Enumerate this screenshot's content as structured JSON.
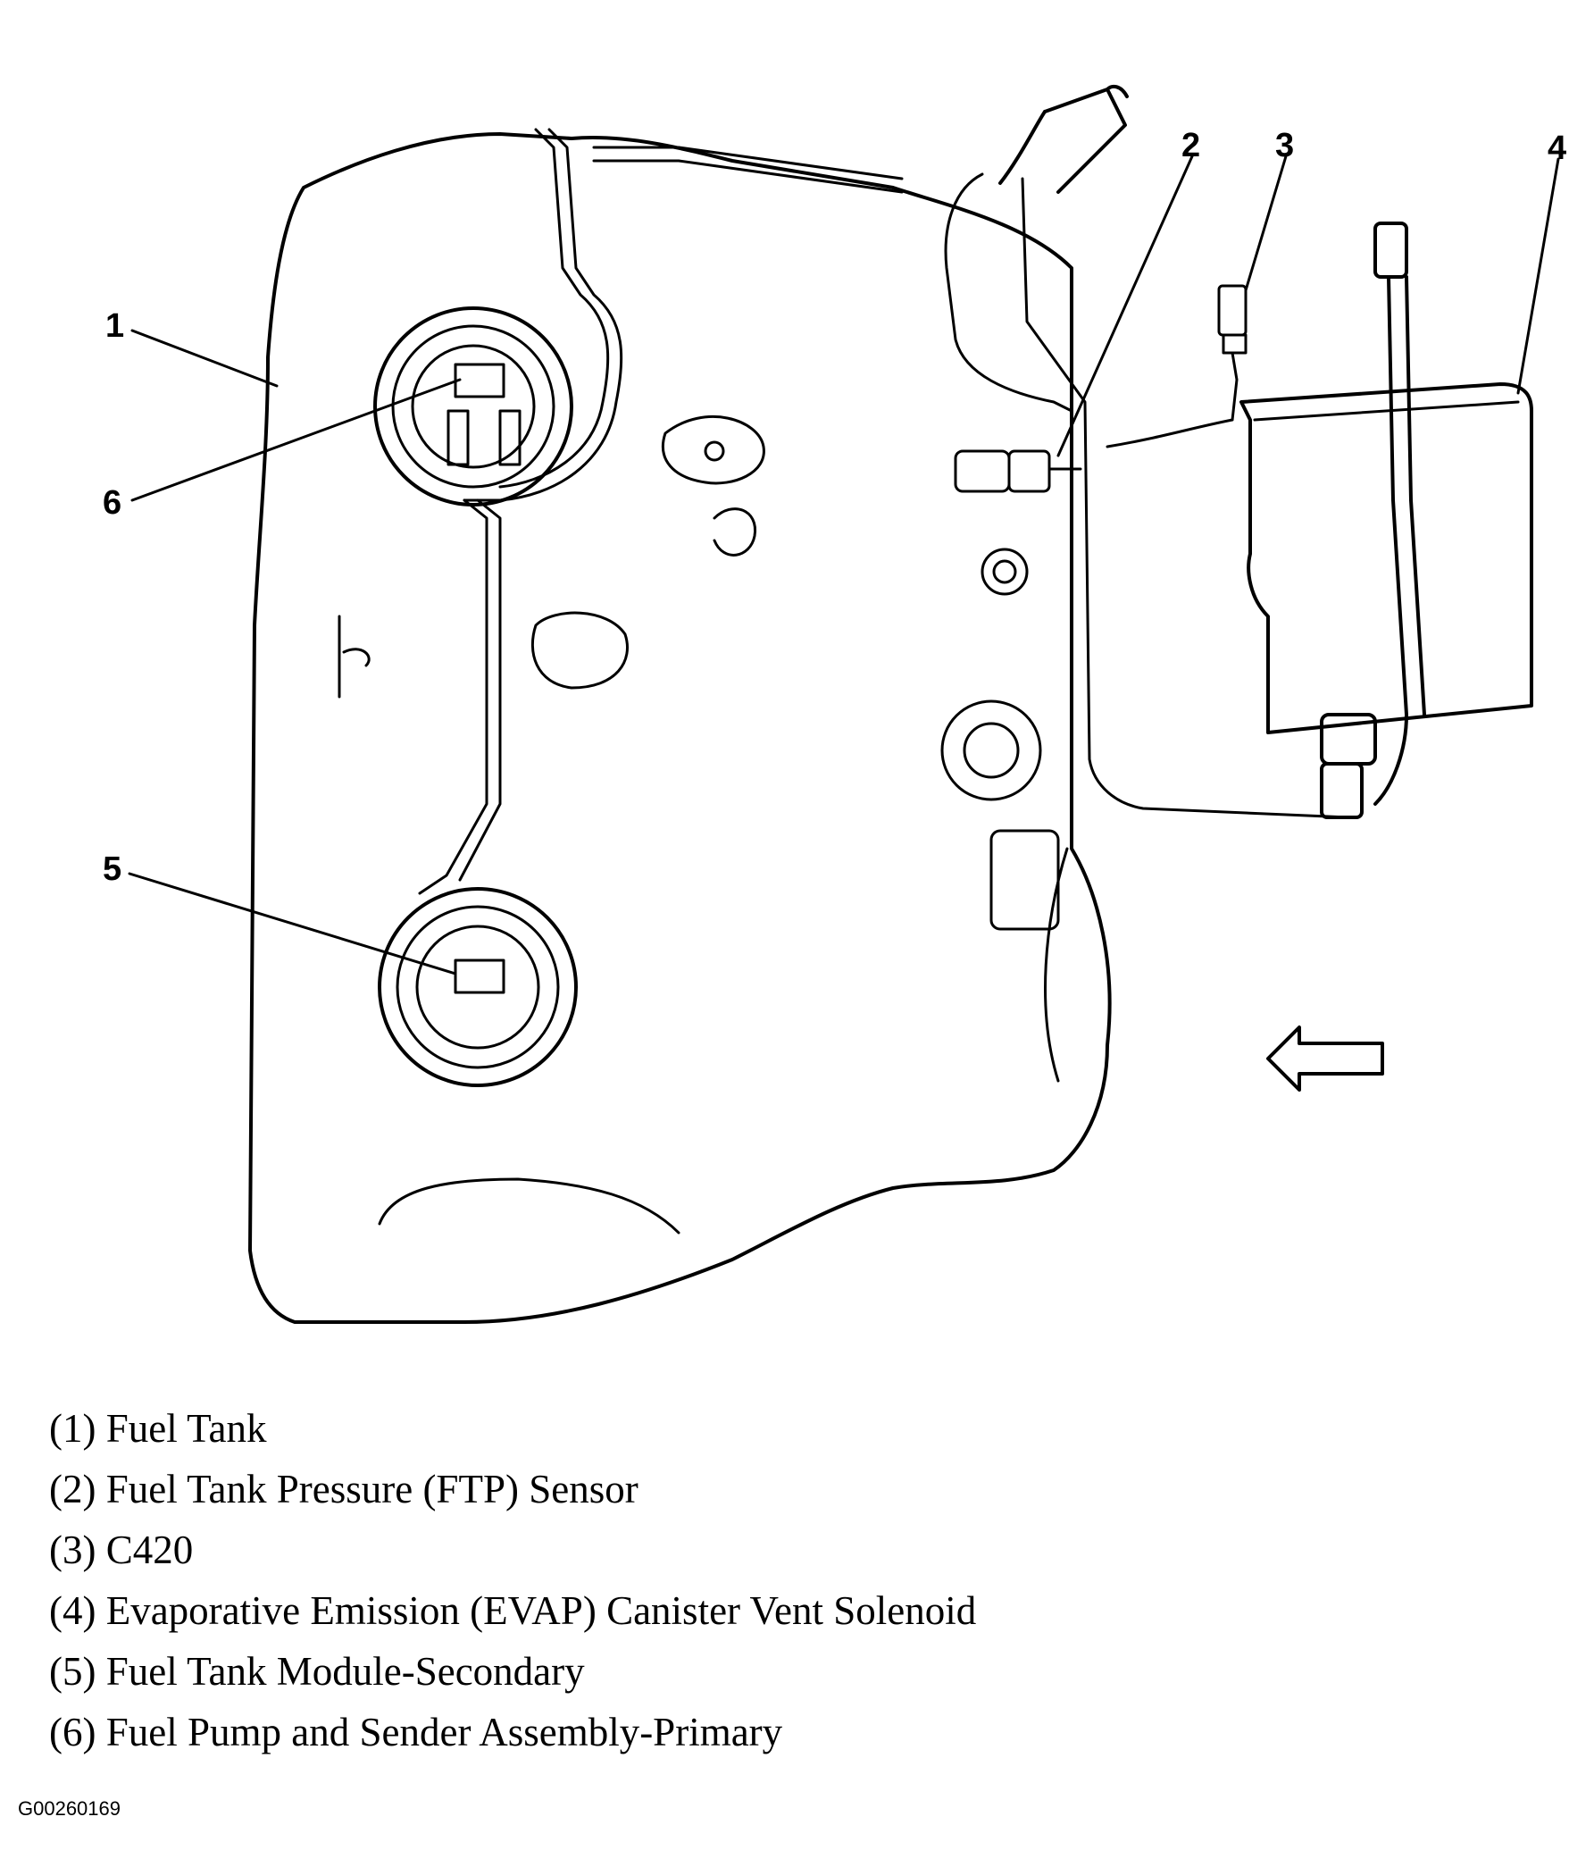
{
  "callouts": [
    "1",
    "2",
    "3",
    "4",
    "5",
    "6"
  ],
  "legend": [
    "(1) Fuel Tank",
    "(2) Fuel Tank Pressure (FTP) Sensor",
    "(3) C420",
    "(4) Evaporative Emission (EVAP) Canister Vent Solenoid",
    "(5) Fuel Tank Module-Secondary",
    "(6) Fuel Pump and Sender Assembly-Primary"
  ],
  "figure_id": "G00260169",
  "icons": [
    "direction-arrow-icon"
  ]
}
